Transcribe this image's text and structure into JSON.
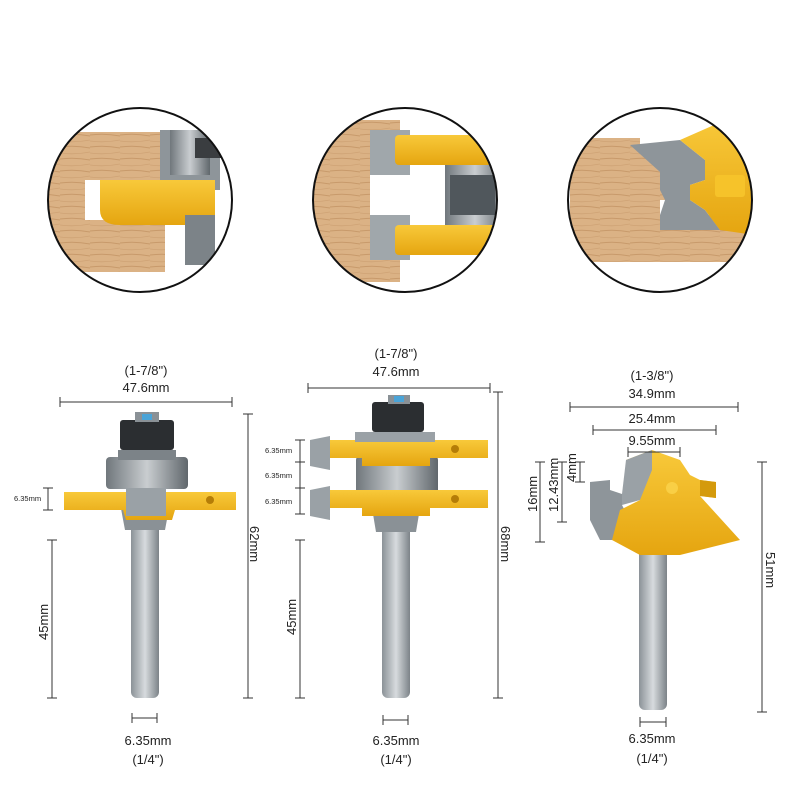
{
  "colors": {
    "wood": "#d9b083",
    "wood_grain": "#c99a6a",
    "steel": "#9aa1a6",
    "steel_dark": "#6f767b",
    "yellow": "#f3b51c",
    "yellow_dark": "#d49a0c",
    "nut": "#2b2e31",
    "dim_line": "#333333"
  },
  "closeups": [
    {
      "name": "tongue-cut-closeup"
    },
    {
      "name": "groove-cut-closeup"
    },
    {
      "name": "lock-miter-closeup"
    }
  ],
  "bit1": {
    "title_fraction": "(1-7/8\")",
    "title_mm": "47.6mm",
    "cutter_thickness": "6.35mm",
    "shank_length": "45mm",
    "total_length": "62mm",
    "shank_mm": "6.35mm",
    "shank_fraction": "(1/4\")"
  },
  "bit2": {
    "title_fraction": "(1-7/8\")",
    "title_mm": "47.6mm",
    "dim_top": "6.35mm",
    "dim_mid": "6.35mm",
    "dim_bot": "6.35mm",
    "shank_length": "45mm",
    "total_length": "68mm",
    "shank_mm": "6.35mm",
    "shank_fraction": "(1/4\")"
  },
  "bit3": {
    "title_fraction": "(1-3/8\")",
    "title_mm": "34.9mm",
    "width_mid": "25.4mm",
    "width_inner": "9.55mm",
    "height_outer": "16mm",
    "height_mid": "12.43mm",
    "height_inner": "4mm",
    "total_length": "51mm",
    "shank_mm": "6.35mm",
    "shank_fraction": "(1/4\")"
  }
}
